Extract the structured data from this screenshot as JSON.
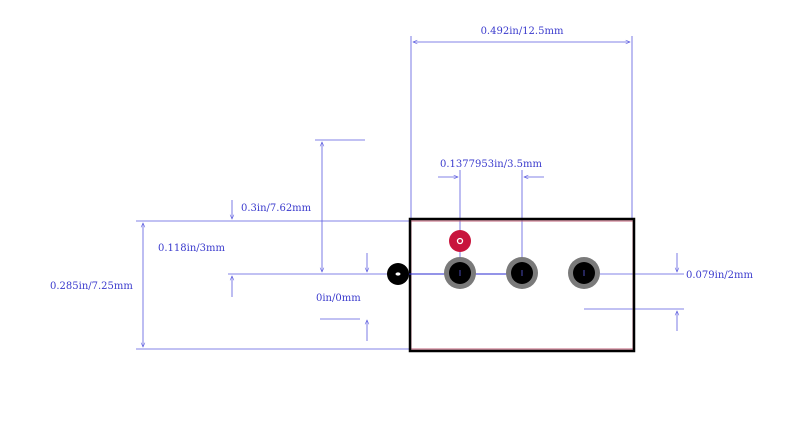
{
  "colors": {
    "dimension": "#5a5adf",
    "dimension_text": "#3a3acd",
    "outline": "#000000",
    "pad_ring": "#7a7a7a",
    "pad_hole": "#000000",
    "pin1_marker": "#c8143c",
    "silk_edge": "#c0607a"
  },
  "dimensions": {
    "overall_width": "0.492in/12.5mm",
    "pin_pitch": "0.1377953in/3.5mm",
    "row_spacing": "0.3in/7.62mm",
    "pin_to_top": "0.118in/3mm",
    "zero_offset": "0in/0mm",
    "overall_height": "0.285in/7.25mm",
    "pin_to_bottom": "0.079in/2mm"
  },
  "pads": {
    "count": 3,
    "pin1_marker": true
  }
}
